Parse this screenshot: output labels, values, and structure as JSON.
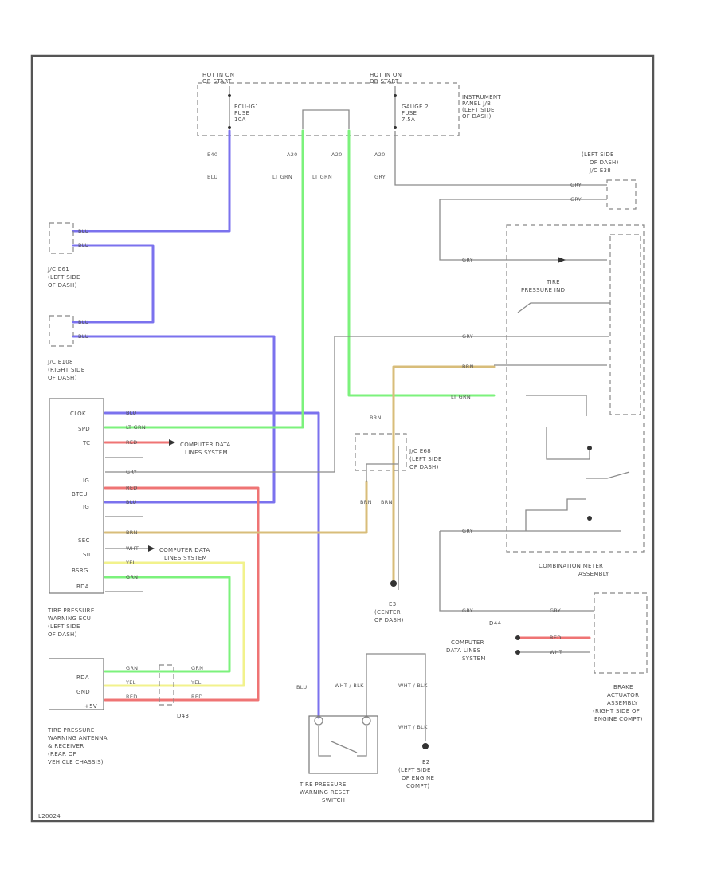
{
  "labels": {
    "hot_on_left": "HOT IN ON",
    "ig_relay_left": "OR START",
    "hot_on_right": "HOT IN ON",
    "ig_relay_right": "OR START",
    "fuse_ecu": "ECU-IG1",
    "fuse_word": "FUSE",
    "fuse_10a_l": "10A",
    "fuse_gauge": "GAUGE 2",
    "fuse_word2": "FUSE",
    "fuse_10a_r": "7.5A",
    "instrument_panel": "INSTRUMENT",
    "panel_jb": "PANEL J/B",
    "left_side_dash_top": "(LEFT SIDE",
    "of_dash_top": "OF DASH)",
    "left_side_jc": "(LEFT SIDE",
    "of_dash_jc": "OF DASH)",
    "jc_ref_top": "J/C E38",
    "jc_e61": "J/C E61",
    "jc_e61_side": "(LEFT SIDE",
    "jc_e61_dash": "OF DASH)",
    "jc_e108": "J/C E108",
    "jc_e108_side": "(RIGHT SIDE",
    "jc_e108_dash": "OF DASH)",
    "ecu_title_1": "TIRE PRESSURE",
    "ecu_title_2": "WARNING ECU",
    "ecu_title_3": "(LEFT SIDE",
    "ecu_title_4": "OF DASH)",
    "antenna_1": "TIRE PRESSURE",
    "antenna_2": "WARNING ANTENNA",
    "antenna_3": "& RECEIVER",
    "antenna_4": "(REAR OF",
    "antenna_5": "VEHICLE CHASSIS)",
    "reset_1": "TIRE PRESSURE",
    "reset_2": "WARNING RESET",
    "reset_3": "SWITCH",
    "computer_1a": "COMPUTER DATA",
    "computer_1b": "LINES SYSTEM",
    "computer_2a": "COMPUTER DATA",
    "computer_2b": "LINES SYSTEM",
    "computer_3a": "COMPUTER",
    "computer_3b": "DATA LINES",
    "computer_3c": "SYSTEM",
    "tire_ind_1": "TIRE",
    "tire_ind_2": "PRESSURE IND",
    "meter_1": "COMBINATION METER",
    "meter_2": "ASSEMBLY",
    "brake_1": "BRAKE",
    "brake_2": "ACTUATOR",
    "brake_3": "ASSEMBLY",
    "brake_4": "(RIGHT SIDE OF",
    "brake_5": "ENGINE COMPT)",
    "jc_e68": "J/C E68",
    "jc_e68_side": "(LEFT SIDE",
    "jc_e68_dash": "OF DASH)",
    "gnd_e3": "E3",
    "gnd_e3_a": "(CENTER",
    "gnd_e3_b": "OF DASH)",
    "gnd_e2": "E2",
    "gnd_e2_a": "(LEFT SIDE",
    "gnd_e2_b": "OF ENGINE",
    "gnd_e2_c": "COMPT)",
    "conn_d43": "D43",
    "conn_d44": "D44",
    "footer": "L20024"
  },
  "ecu_pins": [
    "CLOK",
    "SPD",
    "TC",
    "",
    "",
    "IG",
    "BTCU",
    "IG",
    "",
    "SEC",
    "SIL",
    "BSRG",
    "BDA"
  ],
  "antenna_pins": [
    "RDA",
    "GND",
    "+5V"
  ],
  "wires": {
    "blu": "BLU",
    "lt_grn": "LT GRN",
    "red": "RED",
    "gry": "GRY",
    "brn": "BRN",
    "wht": "WHT",
    "yel": "YEL",
    "wht_blk": "WHT / BLK",
    "grn": "GRN"
  },
  "colors": {
    "blue_wire": "#7b72ee",
    "green_wire": "#7cf27c",
    "red_wire": "#ef7474",
    "yellow_wire": "#f2f28c",
    "tan_wire": "#d8bd7a"
  }
}
